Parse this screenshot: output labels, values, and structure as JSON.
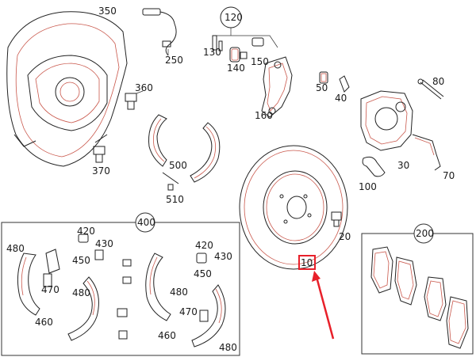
{
  "labels": {
    "p350": "350",
    "p120": "120",
    "p130": "130",
    "p250": "250",
    "p140": "140",
    "p150": "150",
    "p160": "160",
    "p360": "360",
    "p370": "370",
    "p50": "50",
    "p40": "40",
    "p80": "80",
    "p30": "30",
    "p70": "70",
    "p100": "100",
    "p500": "500",
    "p510": "510",
    "p20": "20",
    "p10": "10",
    "p400": "400",
    "p200": "200",
    "p420a": "420",
    "p430a": "430",
    "p450a": "450",
    "p480a": "480",
    "p470a": "470",
    "p480b": "480",
    "p460a": "460",
    "p420b": "420",
    "p430b": "430",
    "p450b": "450",
    "p480c": "480",
    "p470b": "470",
    "p460b": "460",
    "p480d": "480"
  },
  "colors": {
    "highlight": "#e8202a",
    "outline": "#222222"
  }
}
